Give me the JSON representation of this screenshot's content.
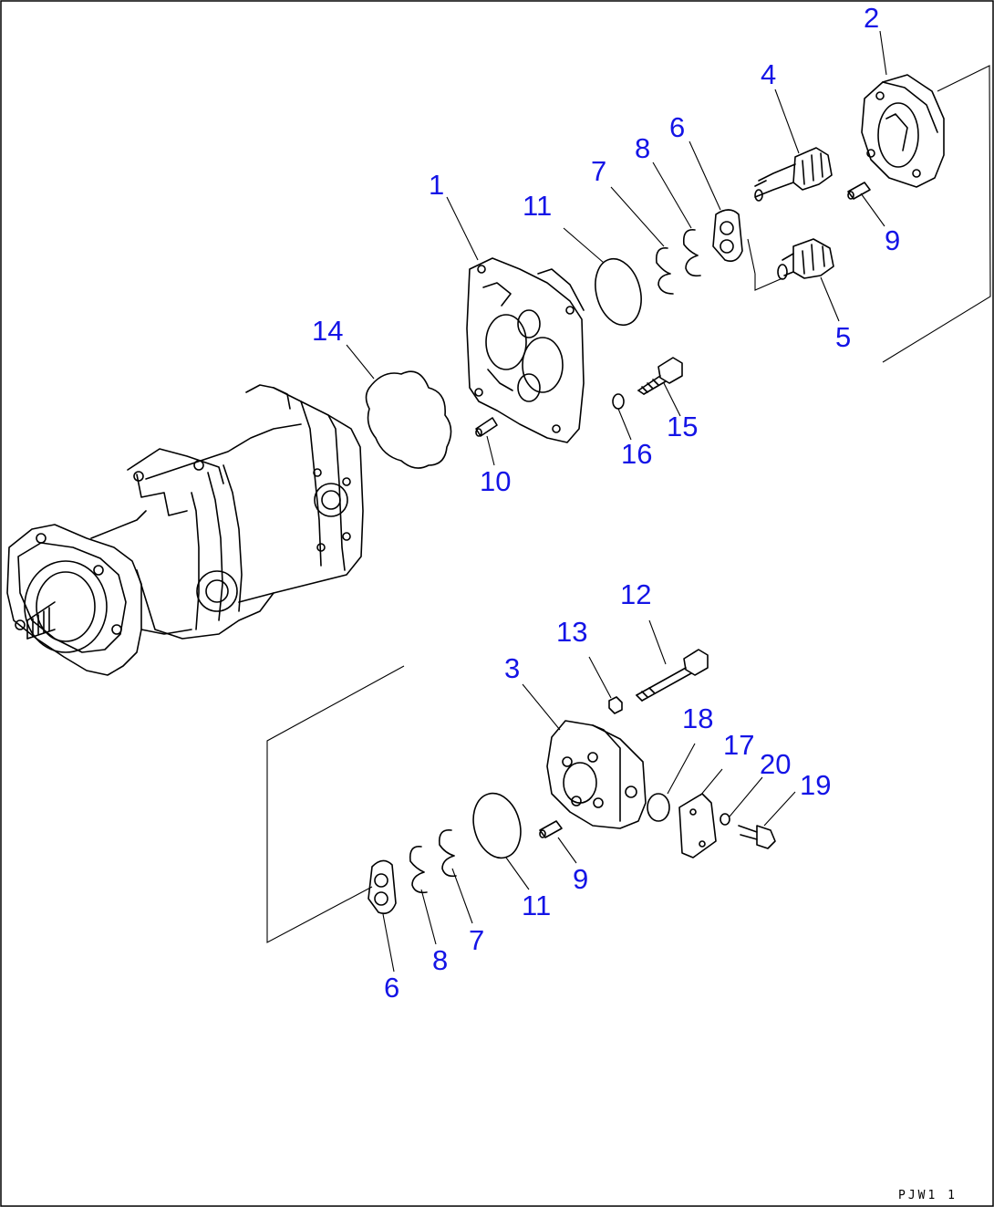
{
  "diagram": {
    "drawing_code": "PJW1 1",
    "part_labels": [
      {
        "id": "1-upper",
        "text": "1"
      },
      {
        "id": "2",
        "text": "2"
      },
      {
        "id": "3",
        "text": "3"
      },
      {
        "id": "4",
        "text": "4"
      },
      {
        "id": "5",
        "text": "5"
      },
      {
        "id": "6-upper",
        "text": "6"
      },
      {
        "id": "7-upper",
        "text": "7"
      },
      {
        "id": "8-upper",
        "text": "8"
      },
      {
        "id": "9-upper",
        "text": "9"
      },
      {
        "id": "10",
        "text": "10"
      },
      {
        "id": "11-upper",
        "text": "11"
      },
      {
        "id": "12",
        "text": "12"
      },
      {
        "id": "13",
        "text": "13"
      },
      {
        "id": "14",
        "text": "14"
      },
      {
        "id": "15",
        "text": "15"
      },
      {
        "id": "16",
        "text": "16"
      },
      {
        "id": "6-lower",
        "text": "6"
      },
      {
        "id": "7-lower",
        "text": "7"
      },
      {
        "id": "8-lower",
        "text": "8"
      },
      {
        "id": "9-lower",
        "text": "9"
      },
      {
        "id": "11-lower",
        "text": "11"
      },
      {
        "id": "17",
        "text": "17"
      },
      {
        "id": "18",
        "text": "18"
      },
      {
        "id": "19",
        "text": "19"
      },
      {
        "id": "20",
        "text": "20"
      }
    ],
    "colors": {
      "label": "#1414e6",
      "line": "#000000",
      "background": "#ffffff"
    }
  }
}
